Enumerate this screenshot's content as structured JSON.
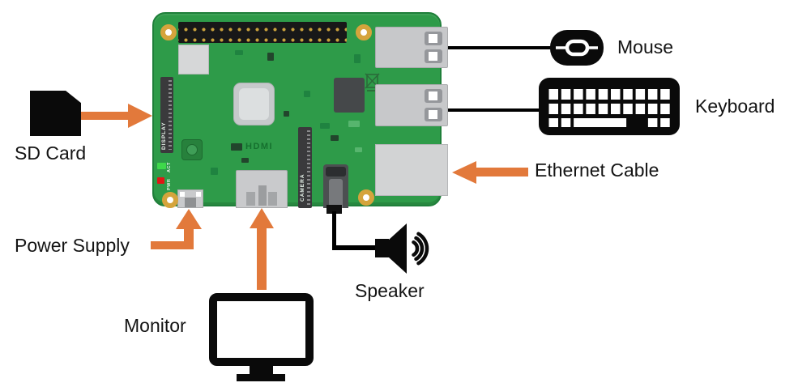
{
  "labels": {
    "mouse": "Mouse",
    "keyboard": "Keyboard",
    "ethernet_cable": "Ethernet Cable",
    "sd_card": "SD Card",
    "power_supply": "Power Supply",
    "monitor": "Monitor",
    "speaker": "Speaker"
  },
  "board_silkscreen": {
    "hdmi": "HDMI",
    "camera": "CAMERA",
    "display": "DISPLAY",
    "act_led": "ACT",
    "pwr_led": "PWR"
  },
  "colors": {
    "pcb_green": "#2e9b49",
    "arrow_orange": "#e2793b",
    "cable_black": "#000000",
    "port_gray": "#c9cacc",
    "mount_hole_gold": "#d5a43c",
    "led_green": "#3ed84a",
    "led_red": "#e01616",
    "label_text": "#141414"
  }
}
